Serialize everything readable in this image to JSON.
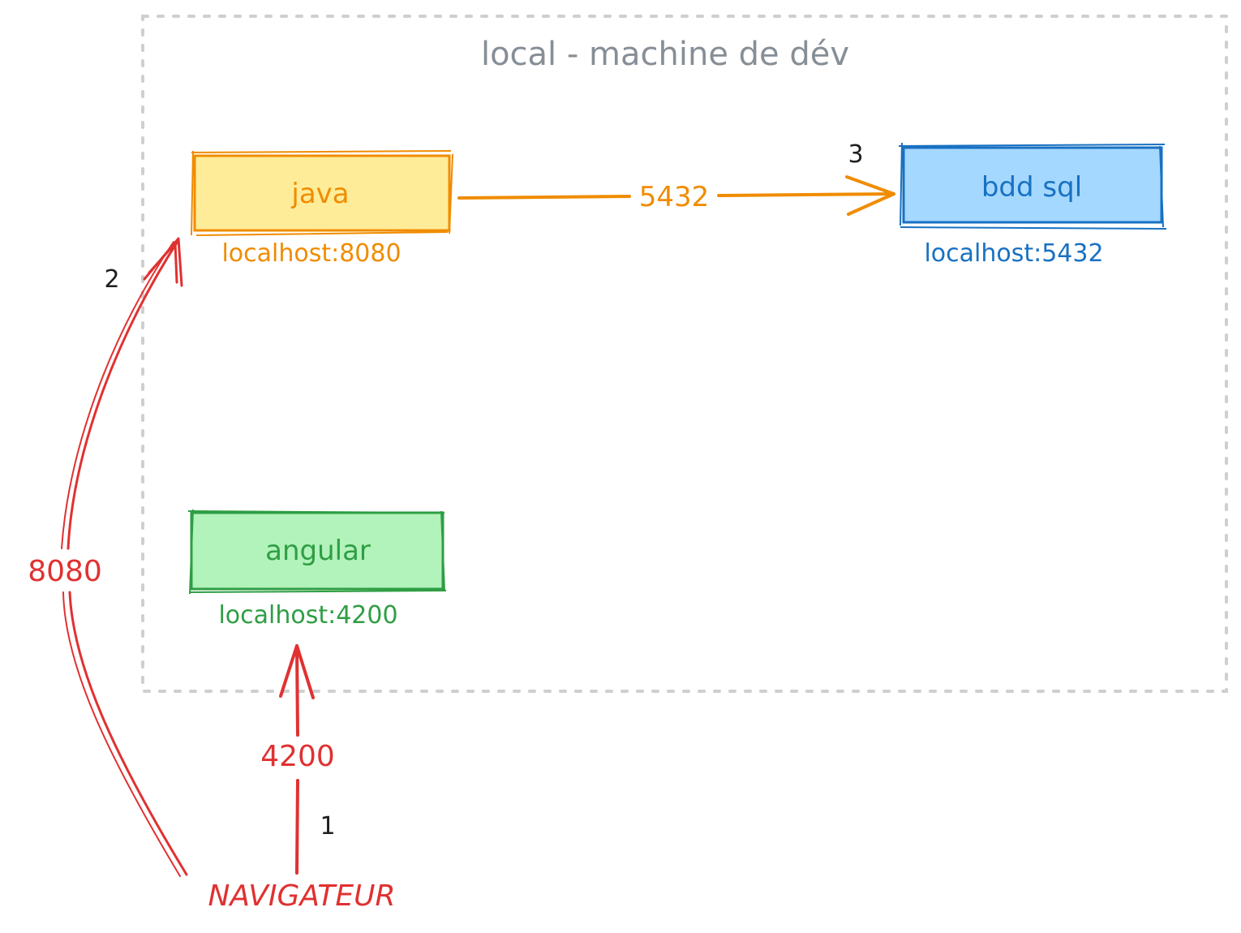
{
  "container": {
    "label": "local - machine de dév",
    "color": "#868e96"
  },
  "nodes": {
    "java": {
      "label": "java",
      "address": "localhost:8080",
      "stroke": "#f08c00",
      "fill": "#ffec99"
    },
    "bdd": {
      "label": "bdd sql",
      "address": "localhost:5432",
      "stroke": "#1971c2",
      "fill": "#a5d8ff"
    },
    "angular": {
      "label": "angular",
      "address": "localhost:4200",
      "stroke": "#2f9e44",
      "fill": "#b2f2bb"
    }
  },
  "client": {
    "label": "NAVIGATEUR",
    "color": "#e03131"
  },
  "edges": {
    "java_to_bdd": {
      "label": "5432",
      "step": "3",
      "color": "#f08c00"
    },
    "client_to_java": {
      "label": "8080",
      "step": "2",
      "color": "#e03131"
    },
    "client_to_angular": {
      "label": "4200",
      "step": "1",
      "color": "#e03131"
    }
  },
  "step_color": "#1e1e1e"
}
